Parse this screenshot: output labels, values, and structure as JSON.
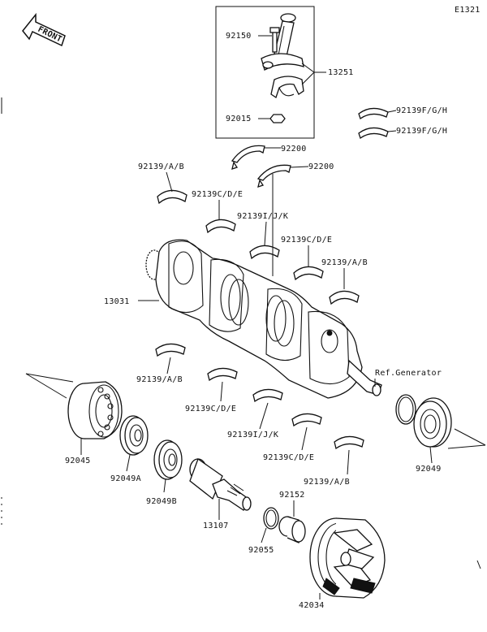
{
  "diagram_code": "E1321",
  "front_label": "FRONT",
  "ref_note": "Ref.Generator",
  "labels": {
    "p92150": "92150",
    "p13251": "13251",
    "p92015": "92015",
    "p92139fgh_1": "92139F/G/H",
    "p92139fgh_2": "92139F/G/H",
    "p92200_1": "92200",
    "p92200_2": "92200",
    "p92139ab_1": "92139/A/B",
    "p92139cde_1": "92139C/D/E",
    "p92139ijk_1": "92139I/J/K",
    "p92139cde_2": "92139C/D/E",
    "p92139ab_2": "92139/A/B",
    "p13031": "13031",
    "p92139ab_3": "92139/A/B",
    "p92139cde_3": "92139C/D/E",
    "p92139ijk_2": "92139I/J/K",
    "p92139cde_4": "92139C/D/E",
    "p92139ab_4": "92139/A/B",
    "p92045": "92045",
    "p92049a": "92049A",
    "p92049b": "92049B",
    "p13107": "13107",
    "p92152": "92152",
    "p92055": "92055",
    "p92049": "92049",
    "p42034": "42034"
  },
  "colors": {
    "ink": "#111111",
    "paper": "#ffffff"
  }
}
